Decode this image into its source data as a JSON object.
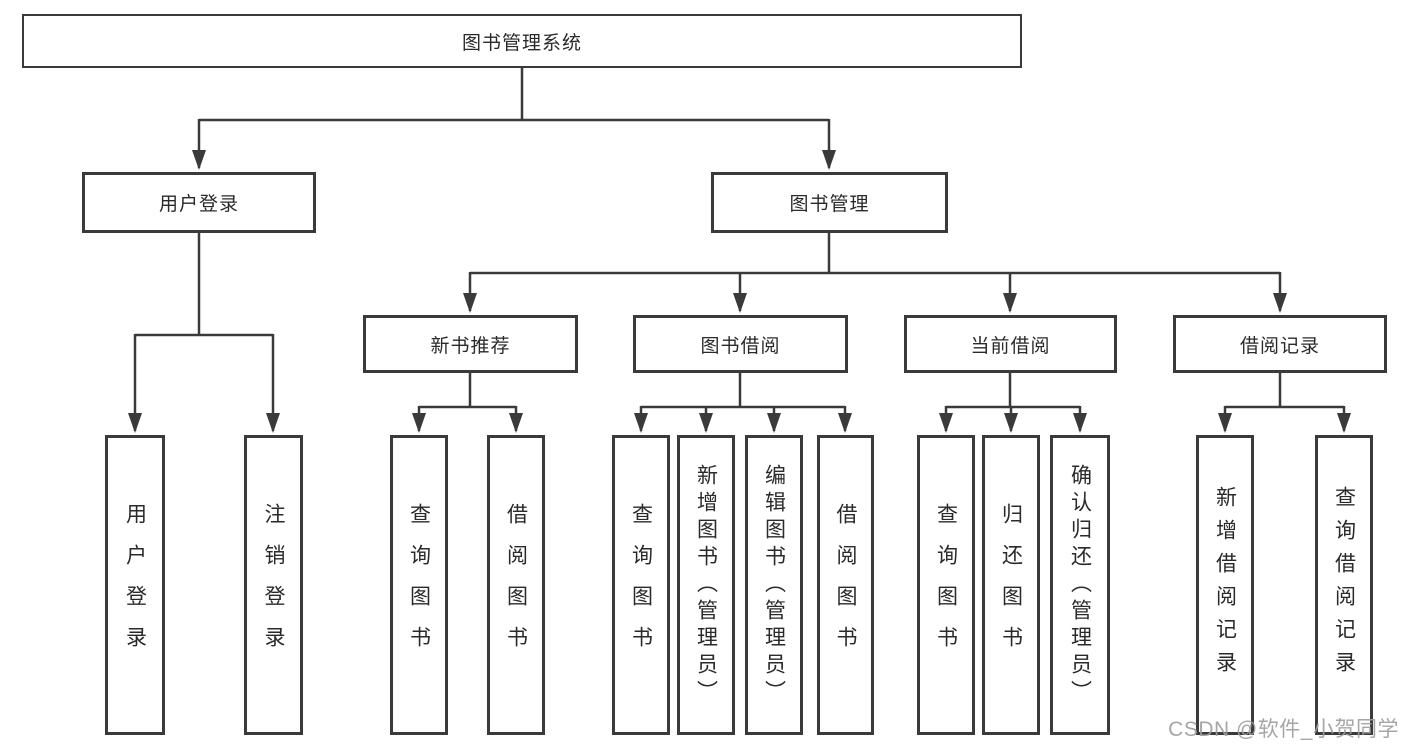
{
  "diagram": {
    "root": {
      "label": "图书管理系统"
    },
    "level2": [
      {
        "label": "用户登录",
        "leaves": [
          {
            "label": "用户登录"
          },
          {
            "label": "注销登录"
          }
        ]
      },
      {
        "label": "图书管理",
        "children": [
          {
            "label": "新书推荐",
            "leaves": [
              {
                "label": "查询图书"
              },
              {
                "label": "借阅图书"
              }
            ]
          },
          {
            "label": "图书借阅",
            "leaves": [
              {
                "label": "查询图书"
              },
              {
                "label": "新增图书（管理员）"
              },
              {
                "label": "编辑图书（管理员）"
              },
              {
                "label": "借阅图书"
              }
            ]
          },
          {
            "label": "当前借阅",
            "leaves": [
              {
                "label": "查询图书"
              },
              {
                "label": "归还图书"
              },
              {
                "label": "确认归还（管理员）"
              }
            ]
          },
          {
            "label": "借阅记录",
            "leaves": [
              {
                "label": "新增借阅记录"
              },
              {
                "label": "查询借阅记录"
              }
            ]
          }
        ]
      }
    ],
    "watermark": "CSDN @软件_小贺同学",
    "colors": {
      "line": "#3a3a3a",
      "text": "#2a2a2a",
      "box_background": "#ffffff",
      "watermark": "#9e9e9e"
    }
  }
}
